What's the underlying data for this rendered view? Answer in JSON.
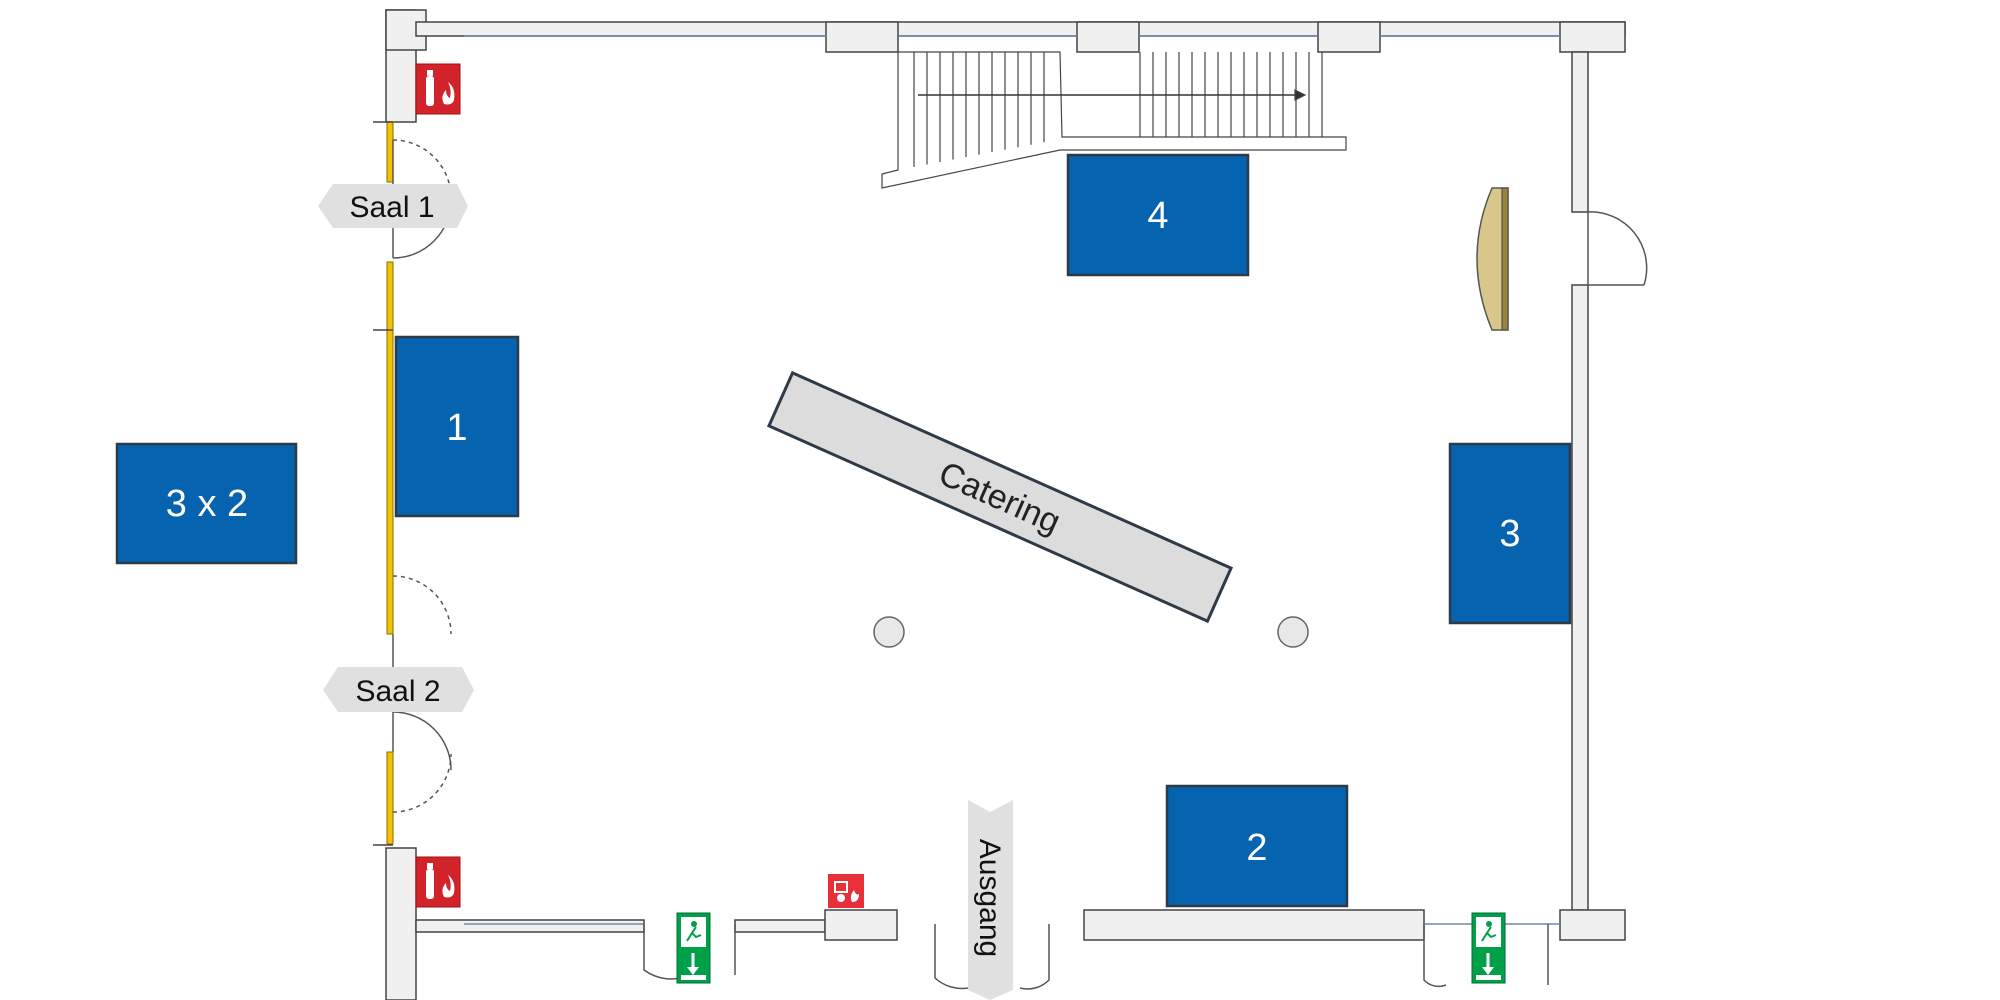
{
  "stands": [
    {
      "id": "stand-1",
      "label": "1"
    },
    {
      "id": "stand-2",
      "label": "2"
    },
    {
      "id": "stand-3",
      "label": "3"
    },
    {
      "id": "stand-4",
      "label": "4"
    },
    {
      "id": "stand-3x2",
      "label": "3 x 2"
    }
  ],
  "catering": {
    "label": "Catering"
  },
  "signs": {
    "saal1": "Saal 1",
    "saal2": "Saal 2",
    "exit": "Ausgang"
  },
  "colors": {
    "stand_fill": "#0563b0",
    "stand_stroke": "#2f3a48",
    "wall_fill": "#f0f0f0",
    "wall_stroke": "#444444",
    "catering_fill": "#dcdcdc",
    "glass_partition": "#f2c200",
    "fire_red": "#d2232a",
    "exit_green": "#00a04b",
    "sign_gray": "#e0e0e0"
  },
  "icons": [
    "fire-extinguisher-icon",
    "fire-alarm-icon",
    "emergency-exit-icon",
    "staircase-icon",
    "column-icon"
  ]
}
